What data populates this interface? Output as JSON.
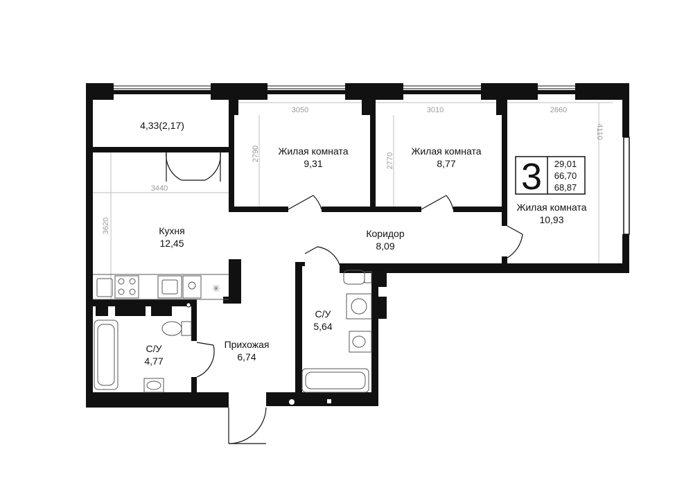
{
  "rooms": {
    "balcony": {
      "area": "4,33(2,17)"
    },
    "living1": {
      "name": "Жилая комната",
      "area": "9,31"
    },
    "living2": {
      "name": "Жилая комната",
      "area": "8,77"
    },
    "living3": {
      "name": "Жилая комната",
      "area": "10,93"
    },
    "kitchen": {
      "name": "Кухня",
      "area": "12,45"
    },
    "corridor": {
      "name": "Коридор",
      "area": "8,09"
    },
    "bath1": {
      "name": "С/У",
      "area": "4,77"
    },
    "bath2": {
      "name": "С/У",
      "area": "5,64"
    },
    "hall": {
      "name": "Прихожая",
      "area": "6,74"
    }
  },
  "dimensions": {
    "living1_w": "3050",
    "living1_h": "2790",
    "living2_w": "3010",
    "living2_h": "2770",
    "living3_w": "2660",
    "living3_h": "4110",
    "kitchen_w": "3440",
    "kitchen_h": "3620"
  },
  "summary": {
    "rooms_count": "3",
    "living_area": "29,01",
    "total_area": "66,70",
    "area_with_balcony": "68,87"
  },
  "colors": {
    "wall": "#111111",
    "dim_line": "#bdbdbd",
    "fixture": "#555555"
  }
}
